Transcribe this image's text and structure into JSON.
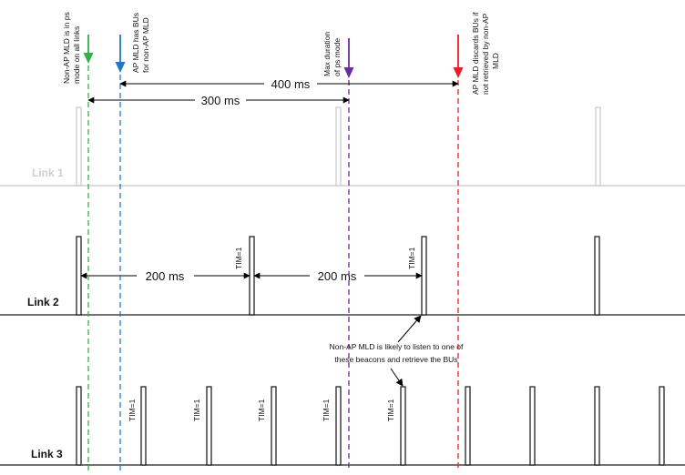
{
  "arrows": {
    "green": {
      "label": "Non-AP MLD is in ps mode on all links",
      "lines": [
        "Non-AP MLD is in ps",
        "mode on all links"
      ],
      "color": "#2db34a"
    },
    "blue": {
      "label": "AP MLD has BUs for non-AP MLD",
      "lines": [
        "AP MLD has BUs",
        "for non-AP MLD"
      ],
      "color": "#1f78c8"
    },
    "purple": {
      "label": "Max duration of ps mode",
      "lines": [
        "Max duration",
        "of ps mode"
      ],
      "color": "#6a2d9e"
    },
    "red": {
      "label": "AP MLD discards BUs if not retrieved by non-AP MLD",
      "lines": [
        "AP MLD discards BUs if",
        "not retrieved by non-AP",
        "MLD"
      ],
      "color": "#ee1c25"
    }
  },
  "durations": {
    "d400": "400 ms",
    "d300": "300 ms",
    "link2_first": "200 ms",
    "link2_second": "200 ms"
  },
  "links": {
    "link1": "Link 1",
    "link2": "Link 2",
    "link3": "Link 3"
  },
  "tim_label": "TIM=1",
  "annotation": {
    "line1": "Non-AP MLD is likely to listen to one of",
    "line2": "these beacons and retrieve the BUs"
  }
}
